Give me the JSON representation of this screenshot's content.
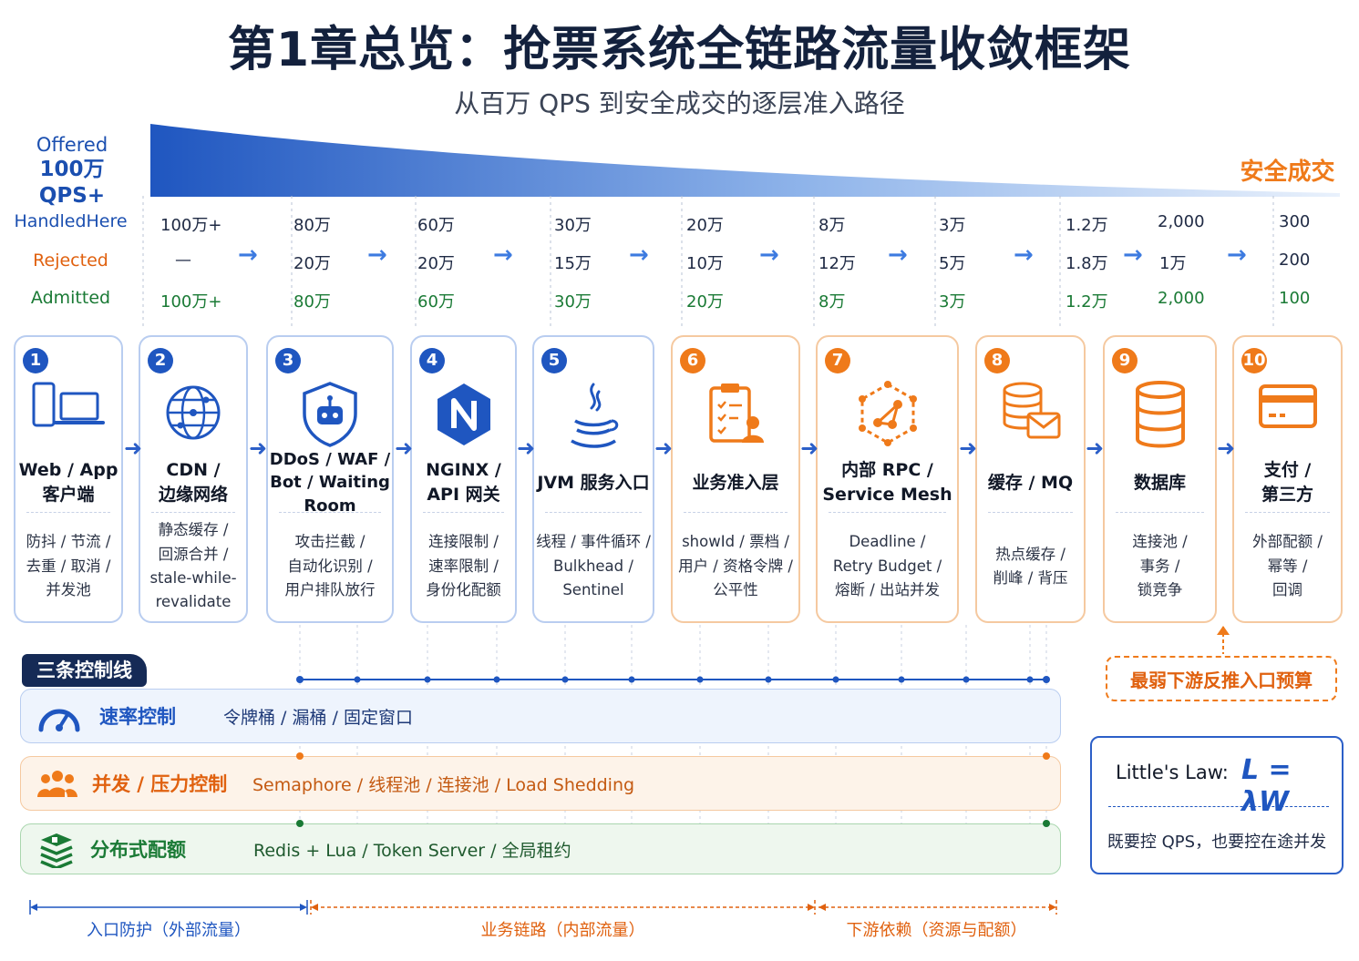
{
  "title": "第1章总览：抢票系统全链路流量收敛框架",
  "subtitle": "从百万 QPS 到安全成交的逐层准入路径",
  "offered": {
    "line1": "Offered",
    "line2": "100万 QPS+"
  },
  "end_label": "安全成交",
  "row_labels": {
    "handled": "HandledHere",
    "rejected": "Rejected",
    "admitted": "Admitted"
  },
  "columns": [
    {
      "handled": "100万+",
      "rejected": "—",
      "admitted": "100万+"
    },
    {
      "handled": "80万",
      "rejected": "20万",
      "admitted": "80万"
    },
    {
      "handled": "60万",
      "rejected": "20万",
      "admitted": "60万"
    },
    {
      "handled": "30万",
      "rejected": "15万",
      "admitted": "30万"
    },
    {
      "handled": "20万",
      "rejected": "10万",
      "admitted": "20万"
    },
    {
      "handled": "8万",
      "rejected": "12万",
      "admitted": "8万"
    },
    {
      "handled": "3万",
      "rejected": "5万",
      "admitted": "3万"
    },
    {
      "handled": "1.2万",
      "rejected": "1.8万",
      "admitted": "1.2万"
    },
    {
      "handled": "2,000",
      "rejected": "1万",
      "admitted": "2,000"
    },
    {
      "handled": "300",
      "rejected": "200",
      "admitted": "100"
    }
  ],
  "stages": [
    {
      "num": "1",
      "name": "Web / App\n客户端",
      "desc": "防抖 / 节流 /\n去重 / 取消 /\n并发池",
      "icon": "devices-icon",
      "color": "blue"
    },
    {
      "num": "2",
      "name": "CDN /\n边缘网络",
      "desc": "静态缓存 /\n回源合并 /\nstale-while-\nrevalidate",
      "icon": "globe-network-icon",
      "color": "blue"
    },
    {
      "num": "3",
      "name": "DDoS / WAF /\nBot / Waiting Room",
      "desc": "攻击拦截 /\n自动化识别 /\n用户排队放行",
      "icon": "shield-bot-icon",
      "color": "blue"
    },
    {
      "num": "4",
      "name": "NGINX /\nAPI 网关",
      "desc": "连接限制 /\n速率限制 /\n身份化配额",
      "icon": "nginx-icon",
      "color": "blue"
    },
    {
      "num": "5",
      "name": "JVM 服务入口",
      "desc": "线程 / 事件循环 /\nBulkhead /\nSentinel",
      "icon": "java-icon",
      "color": "blue"
    },
    {
      "num": "6",
      "name": "业务准入层",
      "desc": "showId / 票档 /\n用户 / 资格令牌 /\n公平性",
      "icon": "clipboard-user-icon",
      "color": "orange"
    },
    {
      "num": "7",
      "name": "内部 RPC /\nService Mesh",
      "desc": "Deadline /\nRetry Budget /\n熔断 / 出站并发",
      "icon": "service-mesh-icon",
      "color": "orange"
    },
    {
      "num": "8",
      "name": "缓存 / MQ",
      "desc": "热点缓存 /\n削峰 / 背压",
      "icon": "cache-mq-icon",
      "color": "orange"
    },
    {
      "num": "9",
      "name": "数据库",
      "desc": "连接池 /\n事务 /\n锁竞争",
      "icon": "database-icon",
      "color": "orange"
    },
    {
      "num": "10",
      "name": "支付 /\n第三方",
      "desc": "外部配额 /\n幂等 /\n回调",
      "icon": "credit-card-icon",
      "color": "orange"
    }
  ],
  "control_title": "三条控制线",
  "controls": [
    {
      "label": "速率控制",
      "text": "令牌桶 / 漏桶 / 固定窗口",
      "icon": "speedometer-icon",
      "color": "#1f56c0"
    },
    {
      "label": "并发 / 压力控制",
      "text": "Semaphore / 线程池 / 连接池 / Load Shedding",
      "icon": "people-group-icon",
      "color": "#e0610f"
    },
    {
      "label": "分布式配额",
      "text": "Redis + Lua / Token Server / 全局租约",
      "icon": "redis-stack-icon",
      "color": "#1a7a35"
    }
  ],
  "weakest_note": "最弱下游反推入口预算",
  "littles_law": {
    "label": "Little's Law:",
    "formula": "L = λW",
    "note": "既要控 QPS，也要控在途并发"
  },
  "zones": [
    {
      "label": "入口防护（外部流量）",
      "color": "#1f56c0"
    },
    {
      "label": "业务链路（内部流量）",
      "color": "#e0610f"
    },
    {
      "label": "下游依赖（资源与配额）",
      "color": "#e0610f"
    }
  ],
  "colors": {
    "blue": "#1f56c0",
    "orange": "#ef7a1a",
    "green": "#1a7a35",
    "navy": "#152a56"
  }
}
